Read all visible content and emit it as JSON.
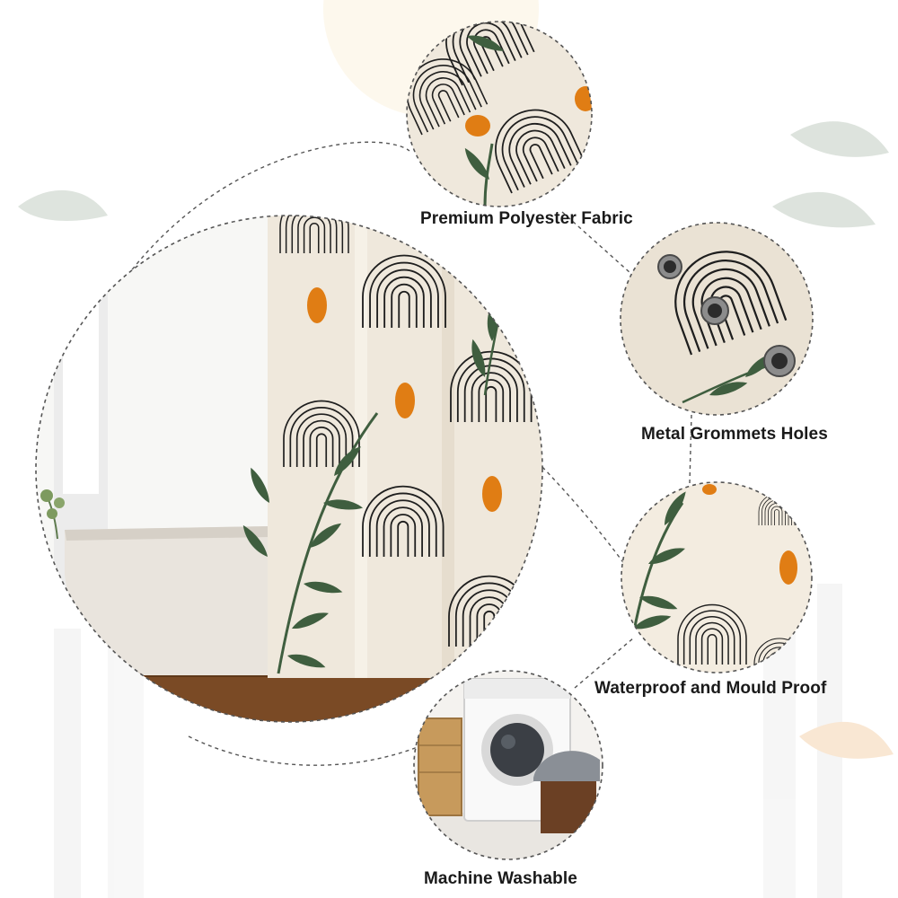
{
  "features": [
    {
      "id": "fabric",
      "label": "Premium Polyester Fabric"
    },
    {
      "id": "grommets",
      "label": "Metal Grommets Holes"
    },
    {
      "id": "waterproof",
      "label": "Waterproof and Mould Proof"
    },
    {
      "id": "washable",
      "label": "Machine Washable"
    }
  ],
  "colors": {
    "background": "#ffffff",
    "curtain_fabric": "#efe8dc",
    "arch_line": "#1e1e1e",
    "dot_orange": "#e07d14",
    "leaf_green": "#3f5e3f",
    "floor_wood": "#7a4a25",
    "dashed_border": "#555555",
    "label_text": "#1a1a1a"
  },
  "icons": [
    "bathtub",
    "plant",
    "metal-grommet",
    "washing-machine",
    "laundry-basket"
  ]
}
